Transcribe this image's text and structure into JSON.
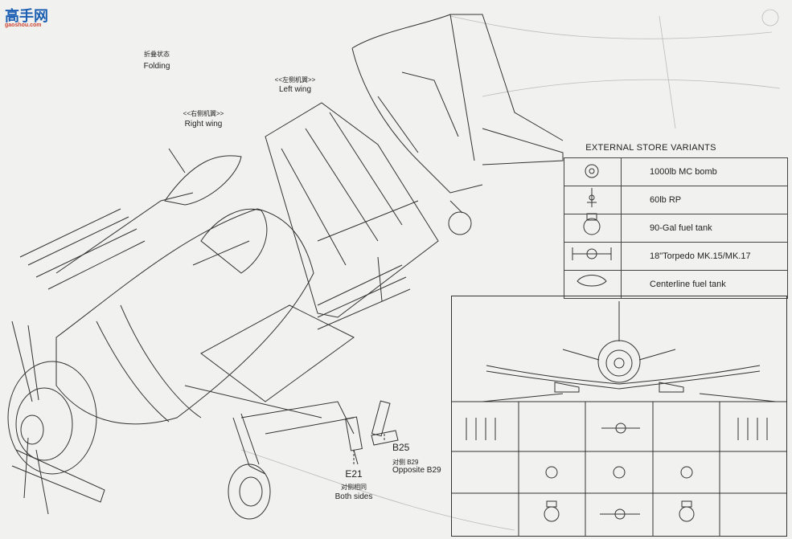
{
  "logo": {
    "text": "高手网",
    "subtext": "gaoshou.com"
  },
  "labels": {
    "folding_cn": "折叠状态",
    "folding": "Folding",
    "right_wing_cn": "<<右侧机翼>>",
    "right_wing": "Right wing",
    "left_wing_cn": "<<左侧机翼>>",
    "left_wing": "Left wing",
    "e21": "E21",
    "e21_cn": "对侧相同",
    "e21_note": "Both sides",
    "b25": "B25",
    "b25_cn": "对侧 B29",
    "b25_note": "Opposite B29"
  },
  "store_table": {
    "title": "EXTERNAL STORE VARIANTS",
    "rows": [
      {
        "icon": "bomb-icon",
        "label": "1000lb MC bomb"
      },
      {
        "icon": "rocket-icon",
        "label": "60lb RP"
      },
      {
        "icon": "drop-tank-icon",
        "label": "90-Gal fuel tank"
      },
      {
        "icon": "torpedo-icon",
        "label": "18\"Torpedo MK.15/MK.17"
      },
      {
        "icon": "centerline-tank-icon",
        "label": "Centerline fuel tank"
      }
    ]
  },
  "colors": {
    "ink": "#222222",
    "paper": "#f1f1ef",
    "logo_blue": "#1c5fb3",
    "logo_red": "#cc4433"
  }
}
